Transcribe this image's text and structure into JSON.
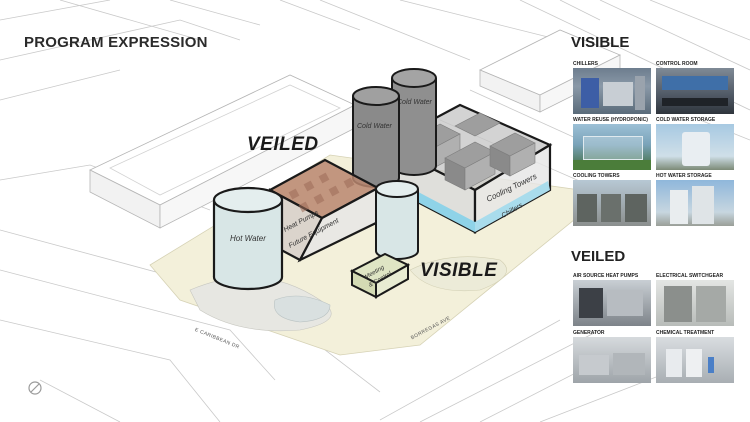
{
  "title": "PROGRAM EXPRESSION",
  "labels": {
    "veiled_main": "VEILED",
    "visible_main": "VISIBLE",
    "hot_water": "Hot Water",
    "cold_water_1": "Cold Water",
    "cold_water_2": "Cold Water",
    "heat_pumps": "Heat Pumps",
    "future_equipment": "Future Equipment",
    "cooling_towers": "Cooling Towers",
    "chillers": "Chillers",
    "meeting": "Meeting",
    "control": "& Control"
  },
  "streets": {
    "caribbean": "E CARIBBEAN DR",
    "borregas": "BORREGAS AVE"
  },
  "visible_panel": {
    "heading": "VISIBLE",
    "items": [
      {
        "label": "CHILLERS",
        "icon": "chiller-photo"
      },
      {
        "label": "CONTROL ROOM",
        "icon": "control-room-photo"
      },
      {
        "label": "WATER REUSE (HYDROPONIC)",
        "icon": "greenhouse-photo"
      },
      {
        "label": "COLD WATER STORAGE",
        "icon": "storage-tank-photo"
      },
      {
        "label": "COOLING TOWERS",
        "icon": "cooling-tower-photo"
      },
      {
        "label": "HOT WATER STORAGE",
        "icon": "hot-tank-photo"
      }
    ]
  },
  "veiled_panel": {
    "heading": "VEILED",
    "items": [
      {
        "label": "AIR SOURCE HEAT PUMPS",
        "icon": "heat-pump-photo"
      },
      {
        "label": "ELECTRICAL SWITCHGEAR",
        "icon": "switchgear-photo"
      },
      {
        "label": "GENERATOR",
        "icon": "generator-photo"
      },
      {
        "label": "CHEMICAL TREATMENT",
        "icon": "chemical-photo"
      }
    ]
  },
  "colors": {
    "hot_water_fill": "#d8e6e6",
    "cold_water_fill": "#8f8f8f",
    "heat_pump_fill": "#b8866e",
    "cooling_fill": "#a9a9a9",
    "chiller_blue": "#8fd3e8",
    "site_fill": "#f3f0da"
  }
}
